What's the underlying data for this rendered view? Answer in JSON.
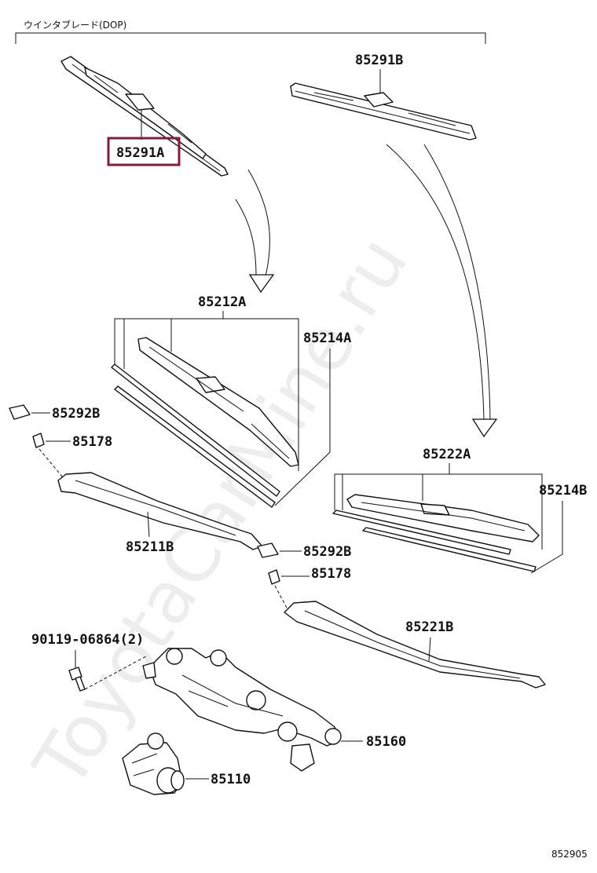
{
  "header": {
    "title": "ウインタブレード(DOP)"
  },
  "watermark": "ToyotaCarMine.ru",
  "reference_code": "852905",
  "highlight_color": "#8b1a3a",
  "parts": {
    "p85291A": "85291A",
    "p85291B": "85291B",
    "p85212A": "85212A",
    "p85214A": "85214A",
    "p85292B_left": "85292B",
    "p85178_left": "85178",
    "p85211B": "85211B",
    "p85222A": "85222A",
    "p85214B": "85214B",
    "p85292B_right": "85292B",
    "p85178_right": "85178",
    "p85221B": "85221B",
    "p90119": "90119-06864(2)",
    "p85160": "85160",
    "p85110": "85110"
  }
}
